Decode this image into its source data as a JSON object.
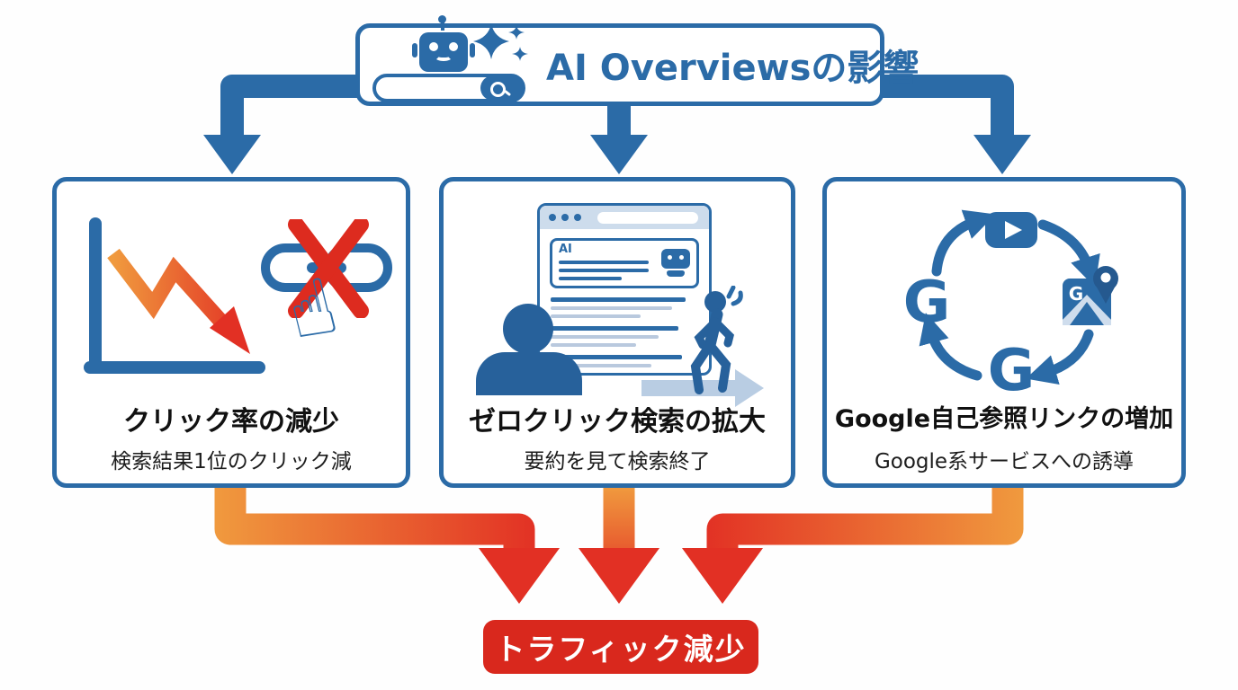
{
  "header": {
    "title": "AI Overviewsの影響"
  },
  "causes": [
    {
      "title": "クリック率の減少",
      "subtitle": "検索結果1位のクリック減"
    },
    {
      "title": "ゼロクリック検索の拡大",
      "subtitle": "要約を見て検索終了",
      "ai_label": "AI"
    },
    {
      "title": "Google自己参照リンクの増加",
      "subtitle": "Google系サービスへの誘導",
      "left_g": "G",
      "bottom_g": "G",
      "maps_g": "G"
    }
  ],
  "result": {
    "label": "トラフィック減少"
  },
  "colors": {
    "blue": "#2b6ba7",
    "chrome_light_blue": "#cddcec",
    "pale_line_blue": "#b9c9de",
    "gradient_orange": "#f09a3e",
    "gradient_red": "#e23024",
    "result_red": "#d9281d",
    "x_red": "#dd2b1f"
  }
}
